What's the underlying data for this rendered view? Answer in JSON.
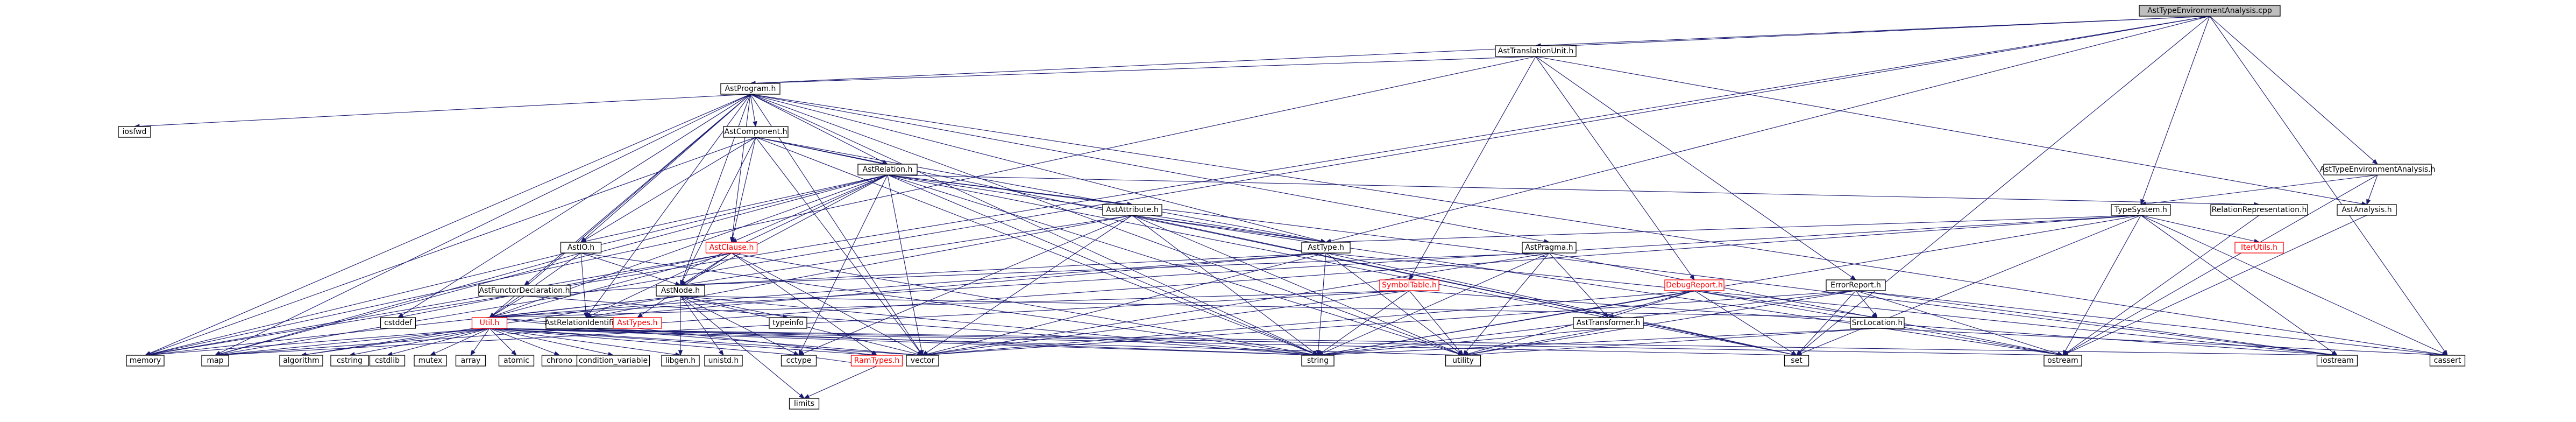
{
  "colors": {
    "edge": "#191970",
    "node_border": "#000000",
    "root_fill": "#bfbfbf",
    "truncated_border": "#ff0000",
    "background": "#ffffff"
  },
  "nodes": [
    {
      "id": "root",
      "label": "AstTypeEnvironmentAnalysis.cpp",
      "style": "root"
    },
    {
      "id": "ati",
      "label": "AstTranslationUnit.h"
    },
    {
      "id": "ap",
      "label": "AstProgram.h"
    },
    {
      "id": "tsys",
      "label": "TypeSystem.h"
    },
    {
      "id": "atea",
      "label": "AstTypeEnvironmentAnalysis.h"
    },
    {
      "id": "ana",
      "label": "AstAnalysis.h"
    },
    {
      "id": "acomp",
      "label": "AstComponent.h"
    },
    {
      "id": "arel",
      "label": "AstRelation.h"
    },
    {
      "id": "aattr",
      "label": "AstAttribute.h"
    },
    {
      "id": "atype",
      "label": "AstType.h"
    },
    {
      "id": "apragma",
      "label": "AstPragma.h"
    },
    {
      "id": "relrep",
      "label": "RelationRepresentation.h"
    },
    {
      "id": "iterutils",
      "label": "IterUtils.h",
      "style": "red"
    },
    {
      "id": "aio",
      "label": "AstIO.h"
    },
    {
      "id": "aclause",
      "label": "AstClause.h",
      "style": "red"
    },
    {
      "id": "anode",
      "label": "AstNode.h"
    },
    {
      "id": "afunc",
      "label": "AstFunctorDeclaration.h"
    },
    {
      "id": "arelid",
      "label": "AstRelationIdentifier.h"
    },
    {
      "id": "symtab",
      "label": "SymbolTable.h",
      "style": "red"
    },
    {
      "id": "dbg",
      "label": "DebugReport.h",
      "style": "red"
    },
    {
      "id": "err",
      "label": "ErrorReport.h"
    },
    {
      "id": "atrans",
      "label": "AstTransformer.h"
    },
    {
      "id": "srcloc",
      "label": "SrcLocation.h"
    },
    {
      "id": "util",
      "label": "Util.h",
      "style": "red"
    },
    {
      "id": "asttypes",
      "label": "AstTypes.h",
      "style": "red"
    },
    {
      "id": "ramtypes",
      "label": "RamTypes.h",
      "style": "red"
    },
    {
      "id": "typeinfo",
      "label": "typeinfo"
    },
    {
      "id": "cstddef",
      "label": "cstddef"
    },
    {
      "id": "iosfwd",
      "label": "iosfwd"
    },
    {
      "id": "memory",
      "label": "memory"
    },
    {
      "id": "map",
      "label": "map"
    },
    {
      "id": "algorithm",
      "label": "algorithm"
    },
    {
      "id": "cstring",
      "label": "cstring"
    },
    {
      "id": "cstdlib",
      "label": "cstdlib"
    },
    {
      "id": "mutex",
      "label": "mutex"
    },
    {
      "id": "array",
      "label": "array"
    },
    {
      "id": "atomic",
      "label": "atomic"
    },
    {
      "id": "chrono",
      "label": "chrono"
    },
    {
      "id": "condvar",
      "label": "condition_variable"
    },
    {
      "id": "libgen",
      "label": "libgen.h"
    },
    {
      "id": "unistd",
      "label": "unistd.h"
    },
    {
      "id": "cctype",
      "label": "cctype"
    },
    {
      "id": "vector",
      "label": "vector"
    },
    {
      "id": "string",
      "label": "string"
    },
    {
      "id": "utility",
      "label": "utility"
    },
    {
      "id": "set",
      "label": "set"
    },
    {
      "id": "ostream",
      "label": "ostream"
    },
    {
      "id": "iostream",
      "label": "iostream"
    },
    {
      "id": "cassert",
      "label": "cassert"
    },
    {
      "id": "limits",
      "label": "limits"
    }
  ],
  "edges": [
    [
      "root",
      "ati"
    ],
    [
      "root",
      "ap"
    ],
    [
      "root",
      "tsys"
    ],
    [
      "root",
      "atea"
    ],
    [
      "root",
      "atype"
    ],
    [
      "root",
      "set"
    ],
    [
      "root",
      "cassert"
    ],
    [
      "root",
      "memory"
    ],
    [
      "root",
      "map"
    ],
    [
      "ati",
      "ap"
    ],
    [
      "ati",
      "symtab"
    ],
    [
      "ati",
      "dbg"
    ],
    [
      "ati",
      "err"
    ],
    [
      "ati",
      "ana"
    ],
    [
      "ati",
      "memory"
    ],
    [
      "ap",
      "acomp"
    ],
    [
      "ap",
      "arel"
    ],
    [
      "ap",
      "atype"
    ],
    [
      "ap",
      "apragma"
    ],
    [
      "ap",
      "aio"
    ],
    [
      "ap",
      "aclause"
    ],
    [
      "ap",
      "afunc"
    ],
    [
      "ap",
      "arelid"
    ],
    [
      "ap",
      "anode"
    ],
    [
      "ap",
      "util"
    ],
    [
      "ap",
      "iosfwd"
    ],
    [
      "ap",
      "memory"
    ],
    [
      "ap",
      "map"
    ],
    [
      "ap",
      "cstddef"
    ],
    [
      "ap",
      "vector"
    ],
    [
      "ap",
      "string"
    ],
    [
      "ap",
      "utility"
    ],
    [
      "ap",
      "cassert"
    ],
    [
      "acomp",
      "arel"
    ],
    [
      "acomp",
      "aclause"
    ],
    [
      "acomp",
      "aio"
    ],
    [
      "acomp",
      "atype"
    ],
    [
      "acomp",
      "anode"
    ],
    [
      "acomp",
      "memory"
    ],
    [
      "acomp",
      "vector"
    ],
    [
      "acomp",
      "string"
    ],
    [
      "acomp",
      "set"
    ],
    [
      "arel",
      "aattr"
    ],
    [
      "arel",
      "aclause"
    ],
    [
      "arel",
      "aio"
    ],
    [
      "arel",
      "atype"
    ],
    [
      "arel",
      "arelid"
    ],
    [
      "arel",
      "anode"
    ],
    [
      "arel",
      "relrep"
    ],
    [
      "arel",
      "util"
    ],
    [
      "arel",
      "set"
    ],
    [
      "arel",
      "vector"
    ],
    [
      "arel",
      "string"
    ],
    [
      "arel",
      "iostream"
    ],
    [
      "arel",
      "cctype"
    ],
    [
      "arel",
      "memory"
    ],
    [
      "arel",
      "map"
    ],
    [
      "arel",
      "utility"
    ],
    [
      "aattr",
      "atype"
    ],
    [
      "aattr",
      "anode"
    ],
    [
      "aattr",
      "arelid"
    ],
    [
      "aattr",
      "vector"
    ],
    [
      "aattr",
      "string"
    ],
    [
      "aattr",
      "set"
    ],
    [
      "aattr",
      "ostream"
    ],
    [
      "aattr",
      "utility"
    ],
    [
      "aattr",
      "cctype"
    ],
    [
      "atype",
      "anode"
    ],
    [
      "atype",
      "arelid"
    ],
    [
      "atype",
      "util"
    ],
    [
      "atype",
      "iostream"
    ],
    [
      "atype",
      "set"
    ],
    [
      "atype",
      "string"
    ],
    [
      "atype",
      "vector"
    ],
    [
      "atype",
      "utility"
    ],
    [
      "apragma",
      "anode"
    ],
    [
      "apragma",
      "atrans"
    ],
    [
      "apragma",
      "string"
    ],
    [
      "apragma",
      "utility"
    ],
    [
      "apragma",
      "ostream"
    ],
    [
      "apragma",
      "vector"
    ],
    [
      "tsys",
      "atype"
    ],
    [
      "tsys",
      "iterutils"
    ],
    [
      "tsys",
      "util"
    ],
    [
      "tsys",
      "set"
    ],
    [
      "tsys",
      "iostream"
    ],
    [
      "tsys",
      "cassert"
    ],
    [
      "tsys",
      "map"
    ],
    [
      "tsys",
      "string"
    ],
    [
      "tsys",
      "ostream"
    ],
    [
      "atea",
      "tsys"
    ],
    [
      "atea",
      "ana"
    ],
    [
      "atea",
      "ostream"
    ],
    [
      "ana",
      "ostream"
    ],
    [
      "relrep",
      "ostream"
    ],
    [
      "aio",
      "anode"
    ],
    [
      "aio",
      "arelid"
    ],
    [
      "aio",
      "util"
    ],
    [
      "aio",
      "map"
    ],
    [
      "aio",
      "string"
    ],
    [
      "aclause",
      "anode"
    ],
    [
      "aclause",
      "util"
    ],
    [
      "aclause",
      "asttypes"
    ],
    [
      "aclause",
      "memory"
    ],
    [
      "aclause",
      "vector"
    ],
    [
      "aclause",
      "string"
    ],
    [
      "aclause",
      "ramtypes"
    ],
    [
      "aclause",
      "cstddef"
    ],
    [
      "afunc",
      "anode"
    ],
    [
      "afunc",
      "util"
    ],
    [
      "afunc",
      "string"
    ],
    [
      "arelid",
      "util"
    ],
    [
      "arelid",
      "string"
    ],
    [
      "arelid",
      "vector"
    ],
    [
      "anode",
      "util"
    ],
    [
      "anode",
      "srcloc"
    ],
    [
      "anode",
      "typeinfo"
    ],
    [
      "anode",
      "memory"
    ],
    [
      "anode",
      "vector"
    ],
    [
      "anode",
      "string"
    ],
    [
      "anode",
      "algorithm"
    ],
    [
      "anode",
      "libgen"
    ],
    [
      "anode",
      "unistd"
    ],
    [
      "anode",
      "cctype"
    ],
    [
      "anode",
      "limits"
    ],
    [
      "symtab",
      "util"
    ],
    [
      "symtab",
      "string"
    ],
    [
      "symtab",
      "vector"
    ],
    [
      "symtab",
      "iostream"
    ],
    [
      "symtab",
      "utility"
    ],
    [
      "symtab",
      "map"
    ],
    [
      "dbg",
      "atrans"
    ],
    [
      "dbg",
      "string"
    ],
    [
      "dbg",
      "vector"
    ],
    [
      "dbg",
      "utility"
    ],
    [
      "dbg",
      "ostream"
    ],
    [
      "dbg",
      "set"
    ],
    [
      "dbg",
      "srcloc"
    ],
    [
      "err",
      "srcloc"
    ],
    [
      "err",
      "string"
    ],
    [
      "err",
      "set"
    ],
    [
      "err",
      "vector"
    ],
    [
      "err",
      "iostream"
    ],
    [
      "err",
      "ostream"
    ],
    [
      "err",
      "utility"
    ],
    [
      "err",
      "cassert"
    ],
    [
      "atrans",
      "string"
    ],
    [
      "atrans",
      "utility"
    ],
    [
      "srcloc",
      "string"
    ],
    [
      "srcloc",
      "utility"
    ],
    [
      "srcloc",
      "cassert"
    ],
    [
      "util",
      "algorithm"
    ],
    [
      "util",
      "array"
    ],
    [
      "util",
      "atomic"
    ],
    [
      "util",
      "chrono"
    ],
    [
      "util",
      "condvar"
    ],
    [
      "util",
      "cstring"
    ],
    [
      "util",
      "cstdlib"
    ],
    [
      "util",
      "mutex"
    ],
    [
      "util",
      "map"
    ],
    [
      "util",
      "memory"
    ],
    [
      "util",
      "vector"
    ],
    [
      "util",
      "set"
    ],
    [
      "util",
      "string"
    ],
    [
      "util",
      "utility"
    ],
    [
      "util",
      "ostream"
    ],
    [
      "util",
      "iostream"
    ],
    [
      "util",
      "libgen"
    ],
    [
      "util",
      "cctype"
    ],
    [
      "util",
      "ramtypes"
    ],
    [
      "asttypes",
      "util"
    ],
    [
      "asttypes",
      "ramtypes"
    ],
    [
      "ramtypes",
      "limits"
    ],
    [
      "ramtypes",
      "cctype"
    ]
  ]
}
